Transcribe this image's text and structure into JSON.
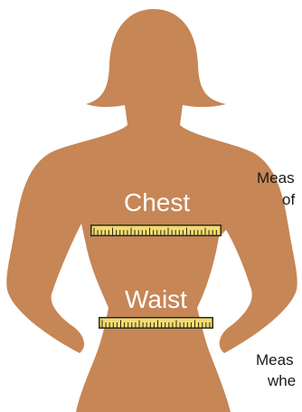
{
  "colors": {
    "silhouette": "#c68656",
    "tape_fill": "#f1dc72",
    "tape_border": "#2a2a18",
    "label_text": "#ffffff",
    "note_text": "#1a1a1a"
  },
  "labels": {
    "chest": "Chest",
    "waist": "Waist"
  },
  "notes": {
    "chest_line1": "Meas",
    "chest_line2": "of",
    "waist_line1": "Meas",
    "waist_line2": "whe"
  },
  "icons": {
    "figure": "female-silhouette",
    "tape": "measuring-tape"
  }
}
